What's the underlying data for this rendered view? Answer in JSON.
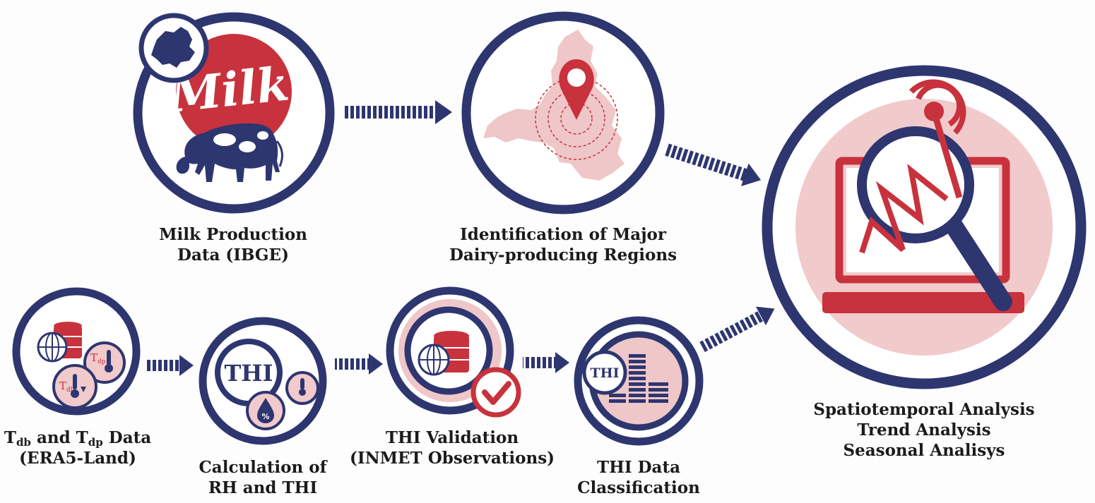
{
  "steps": {
    "milk": {
      "line1": "Milk Production",
      "line2": "Data (IBGE)",
      "logo_text": "Milk"
    },
    "regions": {
      "line1": "Identification of Major",
      "line2": "Dairy-producing Regions"
    },
    "era5": {
      "t_db_sym": "T",
      "t_db_sub": "db",
      "and": "and",
      "t_dp_sym": "T",
      "t_dp_sub": "dp",
      "data": "Data",
      "line2": "(ERA5-Land)",
      "icon_tdp_sym": "T",
      "icon_tdp_sub": "dp",
      "icon_tdb_sym": "T",
      "icon_tdb_sub": "db"
    },
    "calc": {
      "line1": "Calculation of",
      "line2": "RH and THI",
      "icon_text": "THI"
    },
    "validation": {
      "line1": "THI Validation",
      "line2": "(INMET Observations)"
    },
    "classification": {
      "line1": "THI Data",
      "line2": "Classification",
      "icon_text": "THI"
    },
    "analysis": {
      "line1": "Spatiotemporal Analysis",
      "line2": "Trend Analysis",
      "line3": "Seasonal Analisys"
    }
  },
  "icons": {
    "milk": [
      "state-map-icon",
      "milk-logo-icon",
      "cow-icon"
    ],
    "regions": [
      "region-map-icon",
      "location-pin-icon"
    ],
    "era5": [
      "database-icon",
      "globe-icon",
      "thermometer-icon"
    ],
    "calc": [
      "thi-icon",
      "thermometer-icon",
      "humidity-drop-icon"
    ],
    "validation": [
      "database-icon",
      "globe-icon",
      "checkmark-icon"
    ],
    "classification": [
      "thi-icon",
      "stacked-bars-icon"
    ],
    "analysis": [
      "laptop-icon",
      "magnifier-icon",
      "signal-icon",
      "trend-line-icon"
    ]
  },
  "colors": {
    "navy": "#2e3670",
    "red": "#c8323c",
    "pink": "#efc7c9",
    "white": "#ffffff"
  }
}
